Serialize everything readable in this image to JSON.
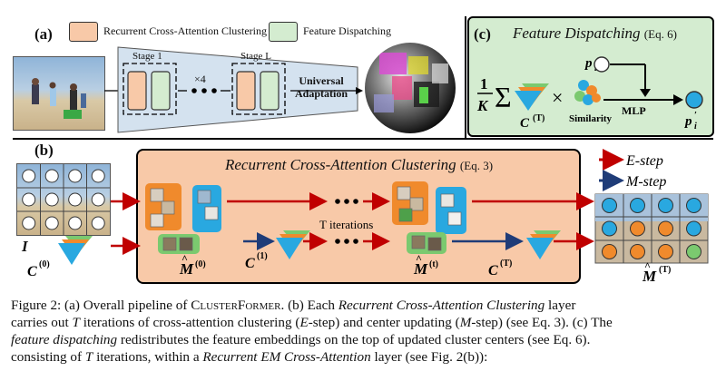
{
  "panel_a": {
    "label": "(a)",
    "legend": [
      {
        "label": "Recurrent Cross-Attention Clustering",
        "color": "#f8c9a8"
      },
      {
        "label": "Feature Dispatching",
        "color": "#d4ecd0"
      }
    ],
    "stage_first": "Stage 1",
    "stage_last": "Stage L",
    "repeat": "×4",
    "adaptation_line1": "Universal",
    "adaptation_line2": "Adaptation"
  },
  "panel_c": {
    "label": "(c)",
    "title": "Feature Dispatching",
    "eq_ref": "(Eq. 6)",
    "frac_num": "1",
    "frac_den": "K",
    "times": "×",
    "mlp": "MLP",
    "similarity": "Similarity",
    "p_i": "p",
    "p_i_sub": "i",
    "p_i_prime": "p",
    "c_T": "C",
    "c_T_sup": "(T)"
  },
  "panel_b": {
    "label": "(b)",
    "title": "Recurrent Cross-Attention Clustering",
    "eq_ref": "(Eq. 3)",
    "t_iterations": "T iterations",
    "e_step": "E-step",
    "m_step": "M-step",
    "I_label": "I",
    "c0": "C",
    "c0_sup": "(0)",
    "c1": "C",
    "c1_sup": "(1)",
    "cT": "C",
    "cT_sup": "(T)",
    "m0": "M",
    "m0_sup": "(0)",
    "mt": "M",
    "mt_sup": "(t)",
    "mT": "M",
    "mT_sup": "(T)"
  },
  "colors": {
    "e_arrow": "#c00000",
    "m_arrow": "#1f3c78",
    "orange_box": "#f8c9a8",
    "green_box": "#d4ecd0",
    "cluster_orange": "#f08a2c",
    "cluster_green": "#7bc96f",
    "cluster_blue": "#29a8e0"
  },
  "caption": {
    "line1_a": "Figure 2:  (a) Overall pipeline of ",
    "line1_name": "ClusterFormer",
    "line1_b": ". (b) Each ",
    "line1_em": "Recurrent Cross-Attention Clustering",
    "line1_c": " layer",
    "line2_a": "carries out ",
    "line2_T": "T",
    "line2_b": " iterations of cross-attention clustering (",
    "line2_E": "E",
    "line2_c": "-step) and center updating (",
    "line2_M": "M",
    "line2_d": "-step) (see Eq. 3). (c) The",
    "line3_em": "feature dispatching",
    "line3_b": " redistributes the feature embeddings on the top of updated cluster centers (see Eq. 6).",
    "line4_a": "consisting of ",
    "line4_T": "T",
    "line4_b": " iterations, within a ",
    "line4_em": "Recurrent EM Cross-Attention",
    "line4_c": " layer (see Fig. 2(b)):"
  }
}
